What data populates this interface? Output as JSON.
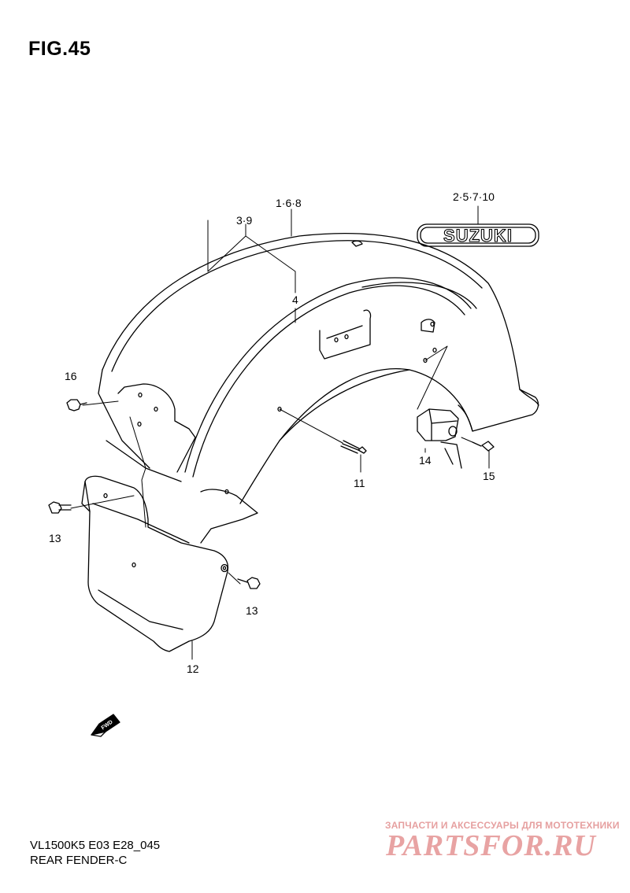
{
  "figure": {
    "title": "FIG.45"
  },
  "callouts": {
    "p1_6_8": "1·6·8",
    "p2_5_7_10": "2·5·7·10",
    "p3_9": "3·9",
    "p4": "4",
    "p11": "11",
    "p12": "12",
    "p13a": "13",
    "p13b": "13",
    "p14": "14",
    "p15": "15",
    "p16": "16"
  },
  "emblem": {
    "text": "SUZUKI"
  },
  "fwd_marker": {
    "text": "FWD"
  },
  "footer": {
    "model": "VL1500K5 E03 E28_045",
    "title": "REAR FENDER-C"
  },
  "watermark": {
    "tagline": "ЗАПЧАСТИ И АКСЕССУАРЫ ДЛЯ МОТОТЕХНИКИ",
    "brand": "PARTSFOR.RU",
    "color": "#e8a3a3"
  }
}
